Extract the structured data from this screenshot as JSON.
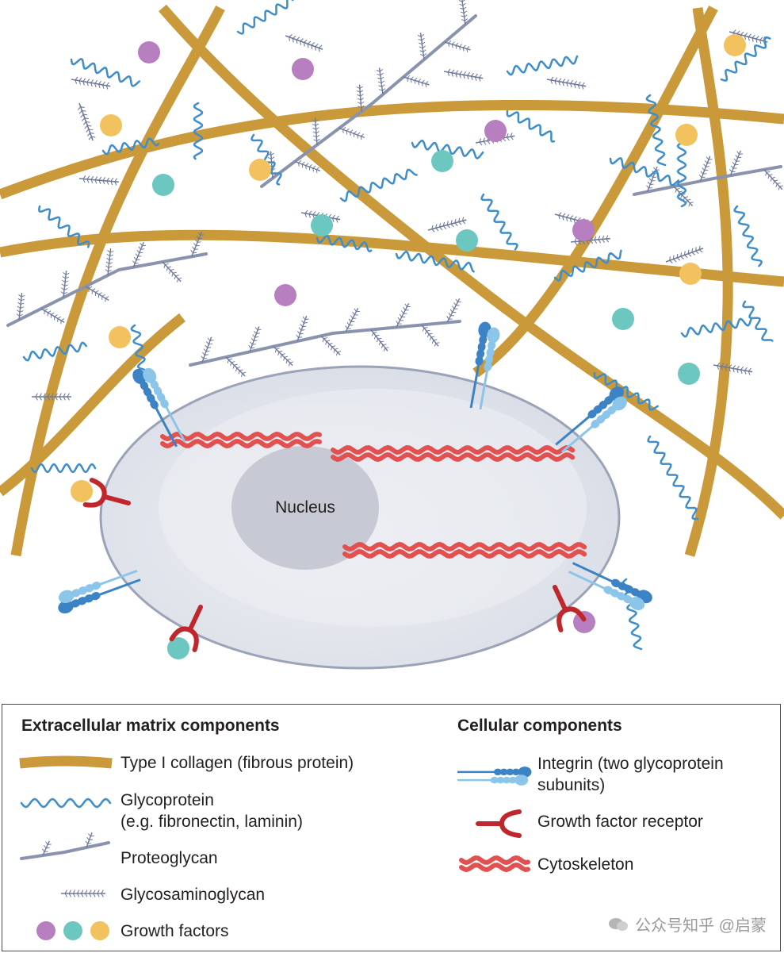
{
  "diagram": {
    "nucleus_label": "Nucleus"
  },
  "legend": {
    "ecm_heading": "Extracellular matrix components",
    "cellular_heading": "Cellular components",
    "ecm_items": [
      {
        "label": "Type I collagen (fibrous protein)",
        "icon": "collagen-fiber-icon"
      },
      {
        "label": "Glycoprotein",
        "label2": "(e.g. fibronectin, laminin)",
        "icon": "glycoprotein-icon"
      },
      {
        "label": "Proteoglycan",
        "icon": "proteoglycan-icon"
      },
      {
        "label": "Glycosaminoglycan",
        "icon": "glycosaminoglycan-icon"
      },
      {
        "label": "Growth factors",
        "icon": "growth-factors-icon"
      }
    ],
    "cellular_items": [
      {
        "label": "Integrin (two glycoprotein",
        "label2": "subunits)",
        "icon": "integrin-icon"
      },
      {
        "label": "Growth factor receptor",
        "icon": "growth-factor-receptor-icon"
      },
      {
        "label": "Cytoskeleton",
        "icon": "cytoskeleton-icon"
      }
    ]
  },
  "colors": {
    "collagen": "#c9993a",
    "glycoprotein": "#3f8dc9",
    "proteoglycan": "#6f7a9a",
    "growth_purple": "#b77fbf",
    "growth_teal": "#6cc7c1",
    "growth_yellow": "#f1c25e",
    "receptor": "#c0272d",
    "cytoskeleton": "#e2504f",
    "integrin_dark": "#3b83c4",
    "integrin_light": "#8cc5ea",
    "cell_fill": "#e3e6ec",
    "nucleus_fill": "#c9ccd6"
  },
  "watermark": "公众号知乎 @启蒙"
}
